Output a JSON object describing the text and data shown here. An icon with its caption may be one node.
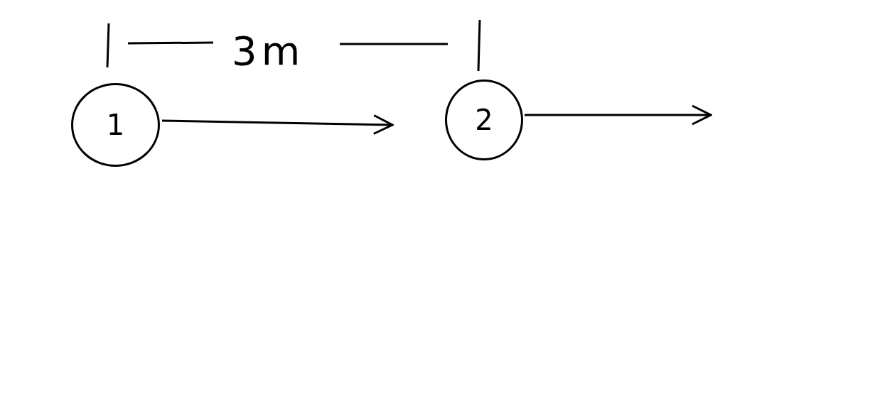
{
  "diagram": {
    "nodes": [
      {
        "text": [
          "1"
        ]
      },
      {
        "text": [
          "2"
        ]
      }
    ],
    "edges": [
      {
        "from": 0,
        "to": null,
        "arrow": "to"
      },
      {
        "from": 1,
        "to": null,
        "arrow": "to"
      }
    ],
    "labels": [
      "3m"
    ]
  }
}
